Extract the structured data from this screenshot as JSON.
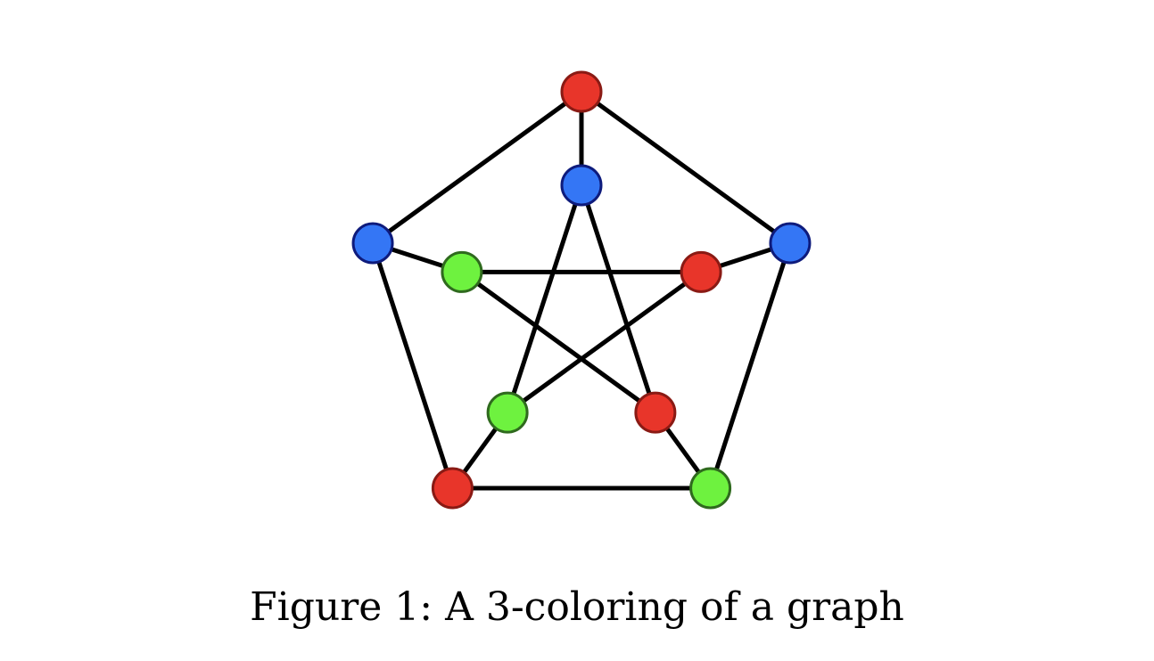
{
  "caption": "Figure 1: A 3-coloring of a graph",
  "palette": {
    "red": {
      "fill": "#e8352a",
      "stroke": "#8a1a14"
    },
    "blue": {
      "fill": "#3476f5",
      "stroke": "#0e1b7c"
    },
    "green": {
      "fill": "#6ef23f",
      "stroke": "#2f6a1e"
    }
  },
  "edge_color": "#000000",
  "graph": {
    "name": "Petersen graph",
    "vertices": [
      {
        "id": "o0",
        "ring": "outer",
        "color": "red"
      },
      {
        "id": "o1",
        "ring": "outer",
        "color": "blue"
      },
      {
        "id": "o2",
        "ring": "outer",
        "color": "green"
      },
      {
        "id": "o3",
        "ring": "outer",
        "color": "red"
      },
      {
        "id": "o4",
        "ring": "outer",
        "color": "blue"
      },
      {
        "id": "i0",
        "ring": "inner",
        "color": "blue"
      },
      {
        "id": "i1",
        "ring": "inner",
        "color": "red"
      },
      {
        "id": "i2",
        "ring": "inner",
        "color": "red"
      },
      {
        "id": "i3",
        "ring": "inner",
        "color": "green"
      },
      {
        "id": "i4",
        "ring": "inner",
        "color": "green"
      }
    ],
    "edges": [
      [
        "o0",
        "o1"
      ],
      [
        "o1",
        "o2"
      ],
      [
        "o2",
        "o3"
      ],
      [
        "o3",
        "o4"
      ],
      [
        "o4",
        "o0"
      ],
      [
        "o0",
        "i0"
      ],
      [
        "o1",
        "i1"
      ],
      [
        "o2",
        "i2"
      ],
      [
        "o3",
        "i3"
      ],
      [
        "o4",
        "i4"
      ],
      [
        "i0",
        "i2"
      ],
      [
        "i2",
        "i4"
      ],
      [
        "i4",
        "i1"
      ],
      [
        "i1",
        "i3"
      ],
      [
        "i3",
        "i0"
      ]
    ]
  }
}
